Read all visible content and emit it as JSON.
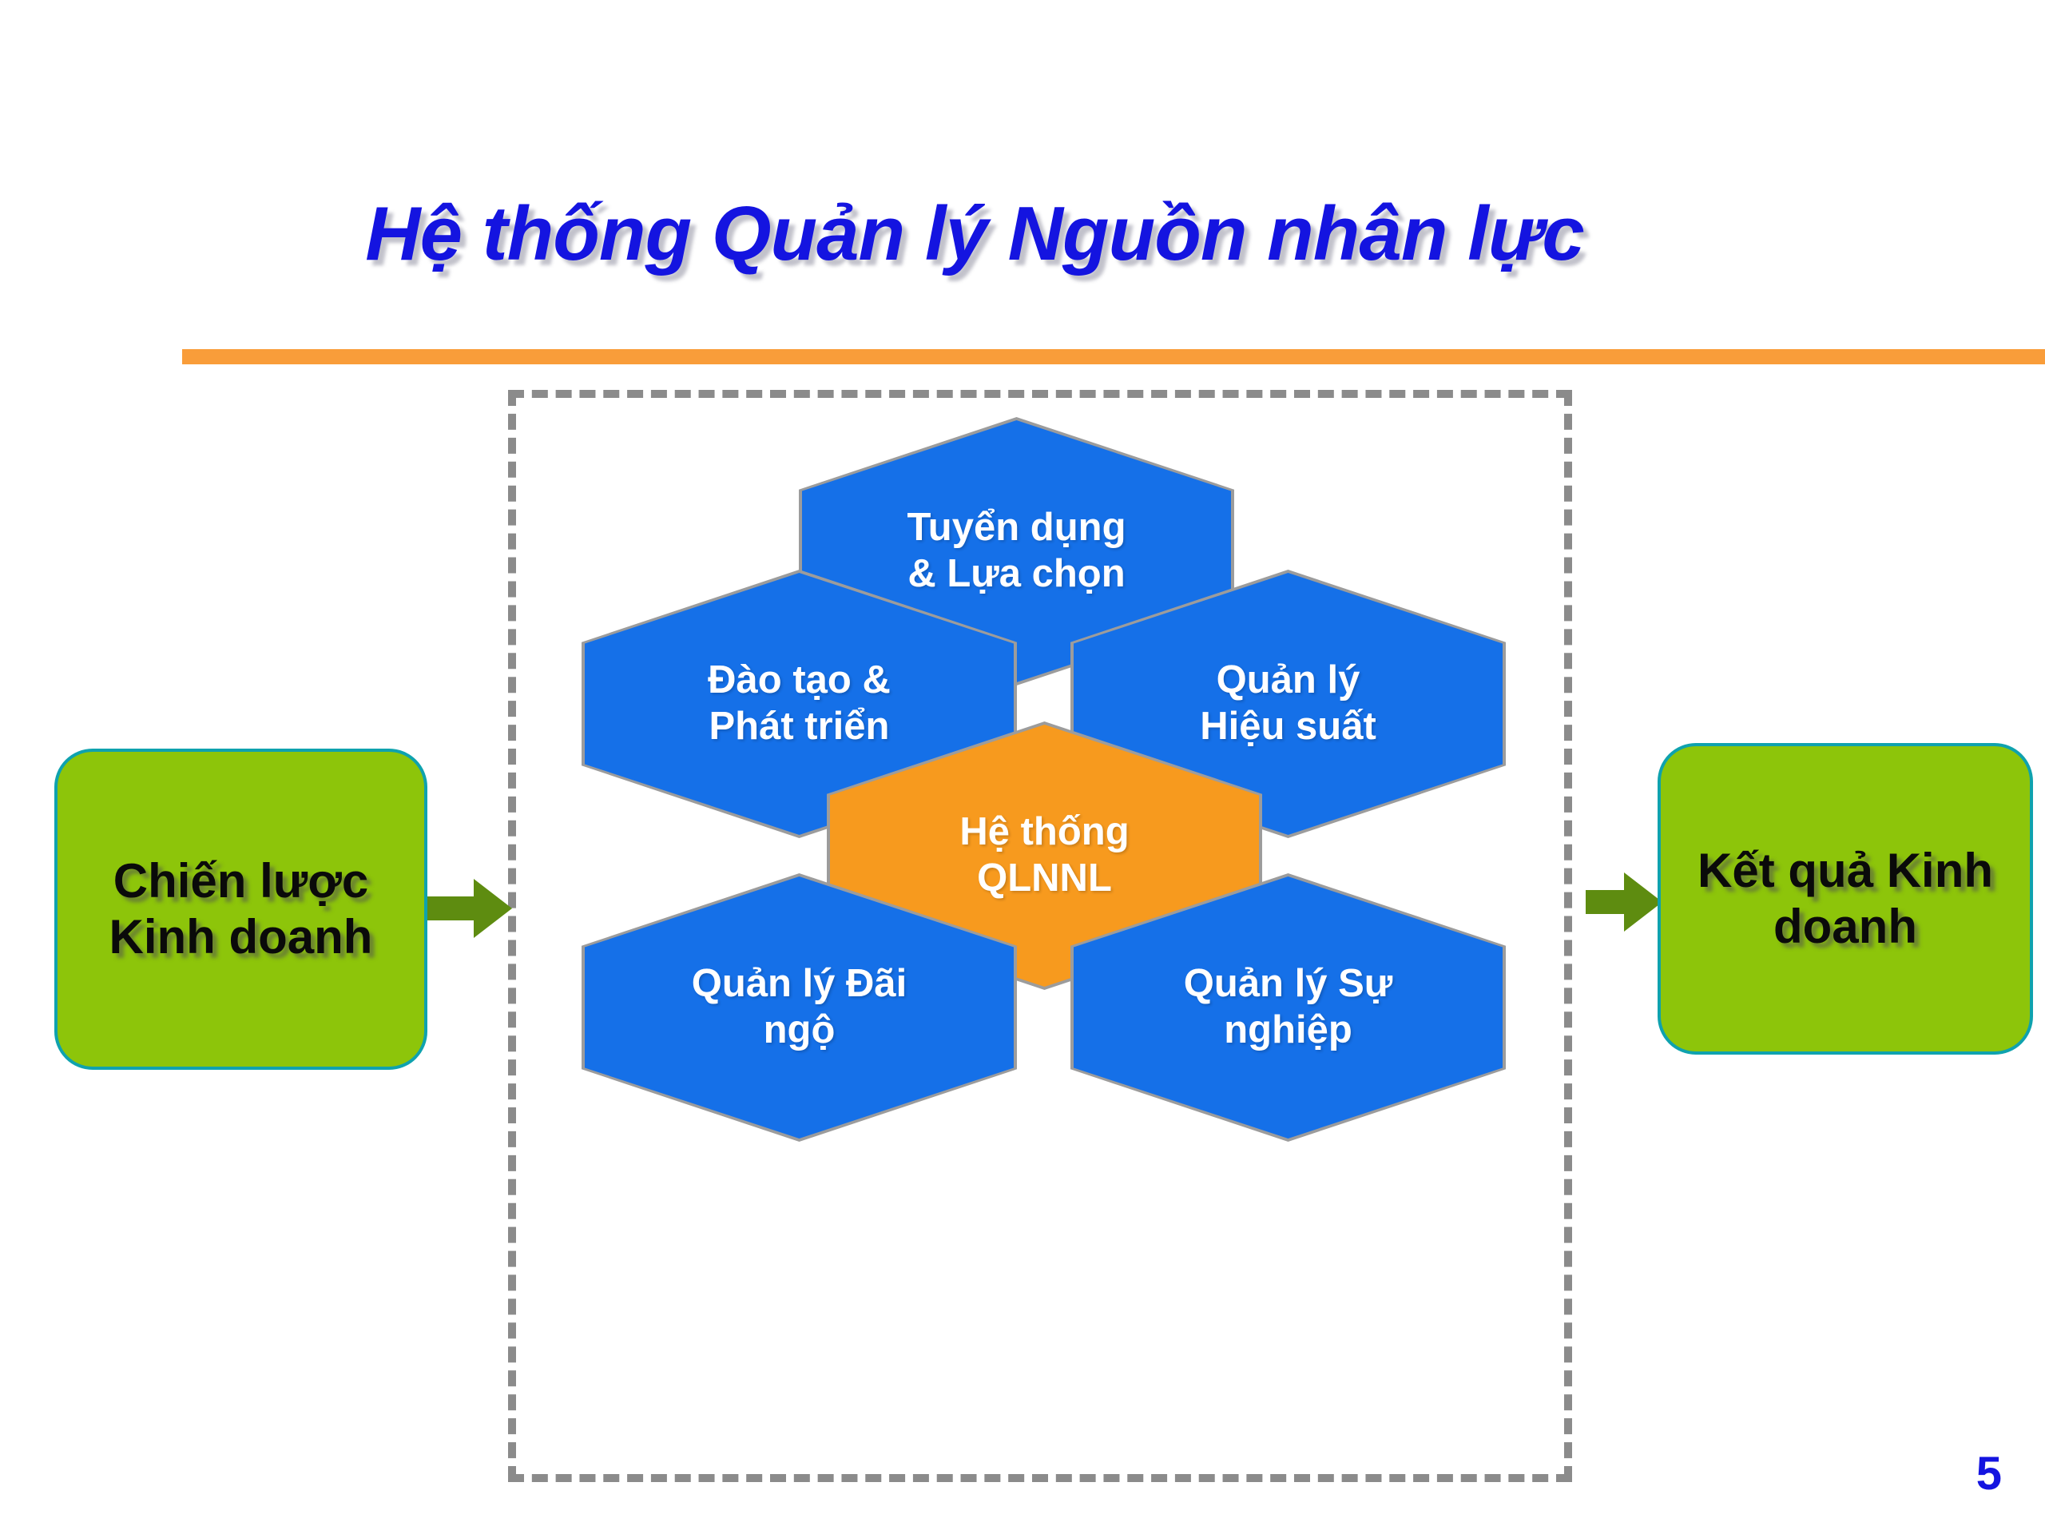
{
  "slide": {
    "title": "Hệ thống Quản lý Nguồn nhân lực",
    "page_number": "5",
    "title_color": "#1414E0",
    "rule_color": "#F99D3A"
  },
  "inputs": {
    "left_box": {
      "label": "Chiến lược Kinh doanh",
      "fill": "#8DC50A",
      "border": "#0FA2AE",
      "text_color": "#0A0A0A"
    }
  },
  "outputs": {
    "right_box": {
      "label": "Kết quả Kinh doanh",
      "fill": "#8DC50A",
      "border": "#0FA2AE",
      "text_color": "#0A0A0A"
    }
  },
  "arrows": {
    "color": "#5E8C10",
    "left_name": "arrow-input",
    "right_name": "arrow-output"
  },
  "framework": {
    "border_color": "#8B8B8B",
    "hex_outline": "#9C9C9C",
    "hexagons": [
      {
        "id": "recruitment",
        "label": "Tuyển dụng\n& Lựa chọn",
        "line1": "Tuyển dụng",
        "line2": "& Lựa chọn",
        "fill": "#1570E8",
        "color": "#FFFFFF"
      },
      {
        "id": "training",
        "label": "Đào tạo &\nPhát triển",
        "line1": "Đào tạo &",
        "line2": "Phát triển",
        "fill": "#1570E8",
        "color": "#FFFFFF"
      },
      {
        "id": "performance",
        "label": "Quản lý\nHiệu suất",
        "line1": "Quản lý",
        "line2": "Hiệu suất",
        "fill": "#1570E8",
        "color": "#FFFFFF"
      },
      {
        "id": "hrms-core",
        "label": "Hệ thống\nQLNNL",
        "line1": "Hệ thống",
        "line2": "QLNNL",
        "fill": "#F79A1E",
        "color": "#FFFFFF"
      },
      {
        "id": "compensation",
        "label": "Quản lý Đãi ngộ",
        "line1": "Quản lý Đãi",
        "line2": "ngộ",
        "fill": "#1570E8",
        "color": "#FFFFFF"
      },
      {
        "id": "career",
        "label": "Quản lý Sự nghiệp",
        "line1": "Quản lý Sự",
        "line2": "nghiệp",
        "fill": "#1570E8",
        "color": "#FFFFFF"
      }
    ]
  }
}
